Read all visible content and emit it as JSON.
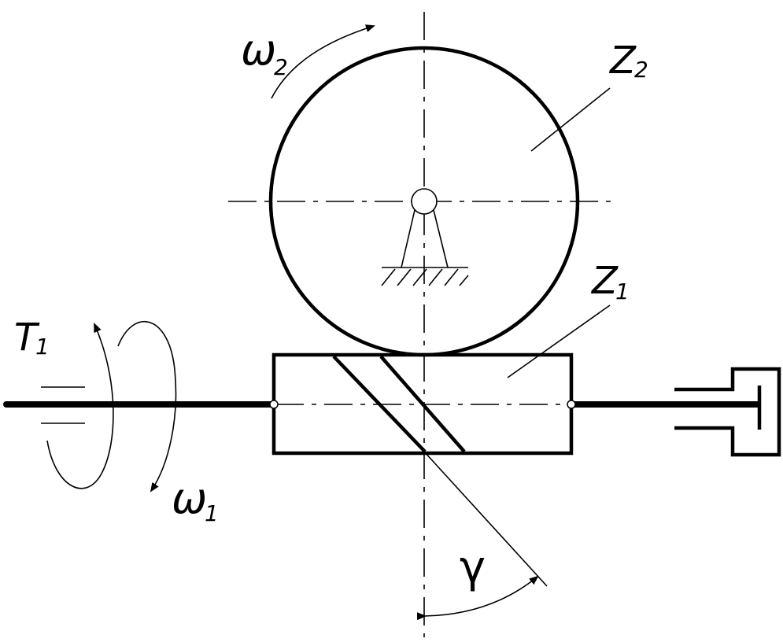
{
  "labels": {
    "omega2": {
      "main": "ω",
      "sub": "2"
    },
    "z2": {
      "main": "Z",
      "sub": "2"
    },
    "z1": {
      "main": "Z",
      "sub": "1"
    },
    "t1": {
      "main": "T",
      "sub": "1"
    },
    "omega1": {
      "main": "ω",
      "sub": "1"
    },
    "gamma": "γ"
  }
}
